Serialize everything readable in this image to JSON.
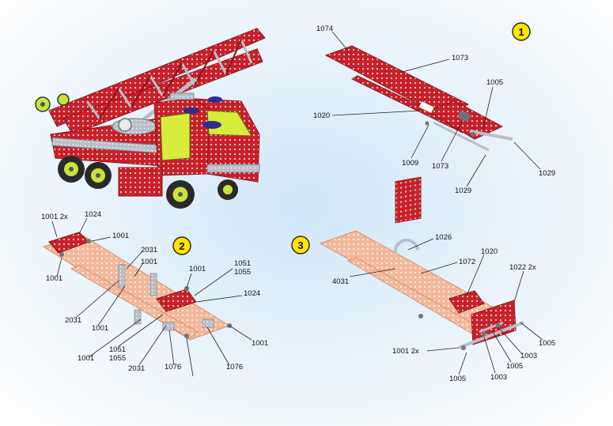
{
  "colors": {
    "red_part": "#c8202a",
    "red_dark": "#8e1219",
    "salmon_part": "#f2b89a",
    "salmon_dark": "#d88e6a",
    "steel": "#b9bfc8",
    "steel_dark": "#6e7580",
    "wheel_tire": "#2a2a2a",
    "wheel_hub": "#c9e43a",
    "cab_window": "#d8ec3c",
    "blue_part": "#2b2f8f",
    "badge_yellow": "#ffe600"
  },
  "steps": [
    {
      "number": "1",
      "labels": [
        "1074",
        "1073",
        "1005",
        "1020",
        "1009",
        "1073",
        "1029",
        "1029"
      ]
    },
    {
      "number": "2",
      "labels": [
        "1001 2x",
        "1024",
        "1001",
        "2031",
        "1001",
        "1001",
        "1051",
        "1055",
        "1024",
        "2031",
        "1001",
        "1001",
        "1051",
        "1055",
        "2031",
        "1076",
        "1076",
        "1001",
        "1001"
      ]
    },
    {
      "number": "3",
      "labels": [
        "1026",
        "1072",
        "1020",
        "1022 2x",
        "4031",
        "1001 2x",
        "1005",
        "1003",
        "1005",
        "1003",
        "1005"
      ]
    }
  ]
}
